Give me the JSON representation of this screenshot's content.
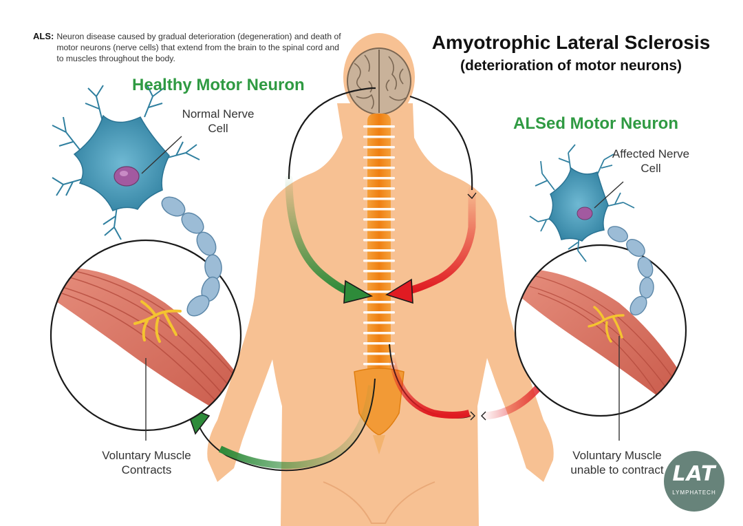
{
  "header": {
    "intro_term": "ALS:",
    "intro_body": "Neuron disease caused by gradual deterioration (degeneration) and death of motor neurons (nerve cells) that extend from the brain to the spinal cord and to muscles throughout the body.",
    "title": "Amyotrophic Lateral Sclerosis",
    "subtitle": "(deterioration of motor neurons)"
  },
  "healthy": {
    "heading": "Healthy Motor Neuron",
    "cell_label": "Normal Nerve Cell",
    "muscle_label": "Voluntary Muscle Contracts"
  },
  "als": {
    "heading": "ALSed Motor Neuron",
    "cell_label": "Affected Nerve Cell",
    "muscle_label": "Voluntary Muscle unable to contract"
  },
  "logo": {
    "mark": "LAT",
    "text": "LYMPHATECH"
  },
  "colors": {
    "heading_green": "#2f9a42",
    "arrow_green": "#2e8b3a",
    "arrow_red": "#e01b22",
    "skin": "#f7c193",
    "spine": "#f28c1e",
    "neuron": "#3d8fb0",
    "muscle": "#d9705f",
    "logo_bg": "#67837a"
  },
  "icons": [
    "brain-icon",
    "spine-icon",
    "neuron-icon",
    "muscle-icon",
    "arrow-icon",
    "logo-icon"
  ]
}
